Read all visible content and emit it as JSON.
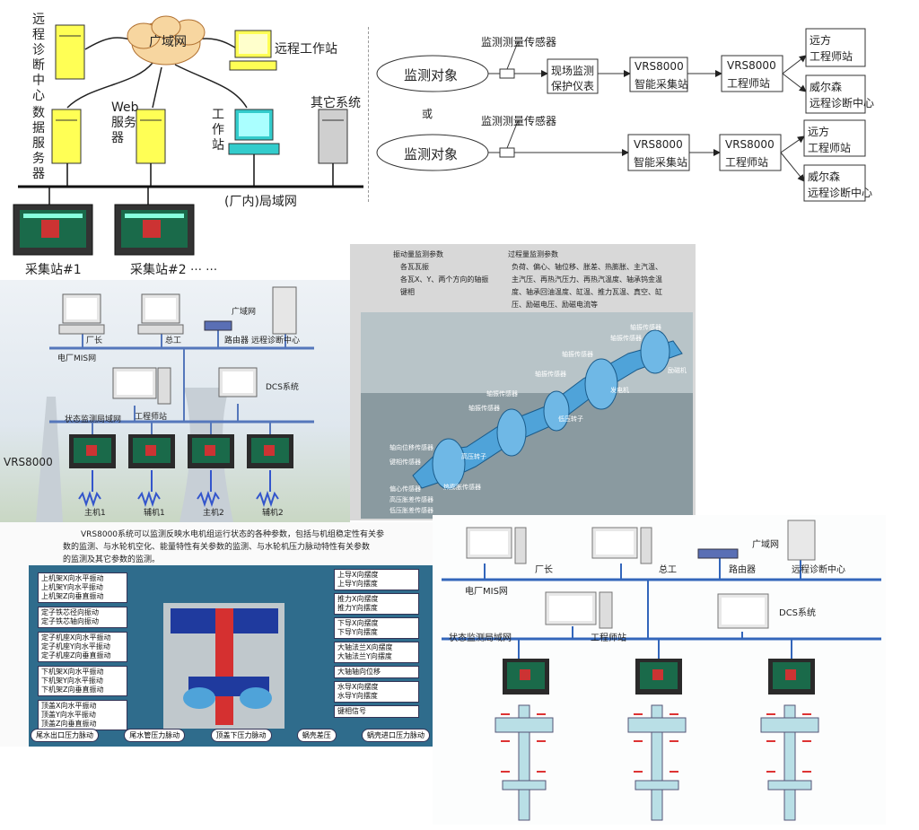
{
  "panel1": {
    "remote_center": "远程诊断中心",
    "wan": "广域网",
    "remote_ws": "远程工作站",
    "data_server": "数据服务器",
    "web_server": "Web服务器",
    "workstation": "工作站",
    "other_systems": "其它系统",
    "lan": "(厂内)局域网",
    "station1": "采集站#1",
    "station2": "采集站#2",
    "ellipsis": "… …"
  },
  "panel2": {
    "object1": "监测对象",
    "object2": "监测对象",
    "sensor1": "监测测量传感器",
    "sensor2": "监测测量传感器",
    "or": "或",
    "field_line1": "现场监测",
    "field_line2": "保护仪表",
    "vrs_a1": "VRS8000",
    "vrs_a2": "智能采集站",
    "eng_a1": "VRS8000",
    "eng_a2": "工程师站",
    "far_a1": "远方",
    "far_a2": "工程师站",
    "wil_a1": "威尔森",
    "wil_a2": "远程诊断中心",
    "vrs_b1": "VRS8000",
    "vrs_b2": "智能采集站",
    "eng_b1": "VRS8000",
    "eng_b2": "工程师站",
    "far_b1": "远方",
    "far_b2": "工程师站",
    "wil_b1": "威尔森",
    "wil_b2": "远程诊断中心"
  },
  "panel3": {
    "factory_manager": "厂长",
    "chief_engineer": "总工",
    "router": "路由器",
    "wan": "广域网",
    "remote_center": "远程诊断中心",
    "mis": "电厂MIS网",
    "dcs": "DCS系统",
    "eng_station": "工程师站",
    "state_lan": "状态监测局域网",
    "vrs": "VRS8000",
    "m1": "主机1",
    "m2": "辅机1",
    "m3": "主机2",
    "m4": "辅机2"
  },
  "panel4": {
    "vib_title": "振动量监测参数",
    "vib_l1": "各瓦瓦振",
    "vib_l2": "各瓦X、Y、两个方向的轴振",
    "vib_l3": "键相",
    "proc_title": "过程量监测参数",
    "proc_l1": "负荷、偏心、轴位移、胀差、热膨胀、主汽温、",
    "proc_l2": "主汽压、再热汽压力、再热汽温度、轴承钨金温",
    "proc_l3": "度、轴承回油温度、缸温、推力瓦温、真空、缸",
    "proc_l4": "压、励磁电压、励磁电流等",
    "s1": "轴振传感器",
    "s2": "轴振传感器",
    "s3": "轴振传感器",
    "s4": "轴振传感器",
    "s5": "轴振传感器",
    "s6": "轴振传感器",
    "s7": "低压转子",
    "s8": "发电机",
    "s9": "励磁机",
    "s10": "高压转子",
    "s11": "轴向位移传感器",
    "s12": "键相传感器",
    "s13": "偏心传感器",
    "s14": "高压胀差传感器",
    "s15": "热膨胀传感器",
    "s16": "低压胀差传感器"
  },
  "panel5": {
    "desc1": "VRS8000系统可以监测反映水电机组运行状态的各种参数，包括与机组稳定性有关参",
    "desc2": "数的监测、与水轮机空化、能量特性有关参数的监测、与水轮机压力脉动特性有关参数",
    "desc3": "的监测及其它参数的监测。",
    "left_groups": [
      [
        "上机架X向水平振动",
        "上机架Y向水平振动",
        "上机架Z向垂直振动"
      ],
      [
        "定子铁芯径向振动",
        "定子铁芯轴向振动"
      ],
      [
        "定子机座X向水平振动",
        "定子机座Y向水平振动",
        "定子机座Z向垂直振动"
      ],
      [
        "下机架X向水平振动",
        "下机架Y向水平振动",
        "下机架Z向垂直振动"
      ],
      [
        "顶盖X向水平振动",
        "顶盖Y向水平振动",
        "顶盖Z向垂直振动"
      ]
    ],
    "right_groups": [
      [
        "上导X向摆度",
        "上导Y向摆度"
      ],
      [
        "推力X向摆度",
        "推力Y向摆度"
      ],
      [
        "下导X向摆度",
        "下导Y向摆度"
      ],
      [
        "大轴法兰X向摆度",
        "大轴法兰Y向摆度"
      ],
      [
        "大轴轴向位移"
      ],
      [
        "水导X向摆度",
        "水导Y向摆度"
      ],
      [
        "键相信号"
      ]
    ],
    "bottom": [
      "尾水出口压力脉动",
      "尾水管压力脉动",
      "顶盖下压力脉动",
      "蜗壳差压",
      "蜗壳进口压力脉动"
    ]
  },
  "panel6": {
    "factory_manager": "厂长",
    "chief_engineer": "总工",
    "router": "路由器",
    "wan": "广域网",
    "remote_center": "远程诊断中心",
    "mis": "电厂MIS网",
    "dcs": "DCS系统",
    "state_lan": "状态监测局域网",
    "eng_station": "工程师站"
  }
}
